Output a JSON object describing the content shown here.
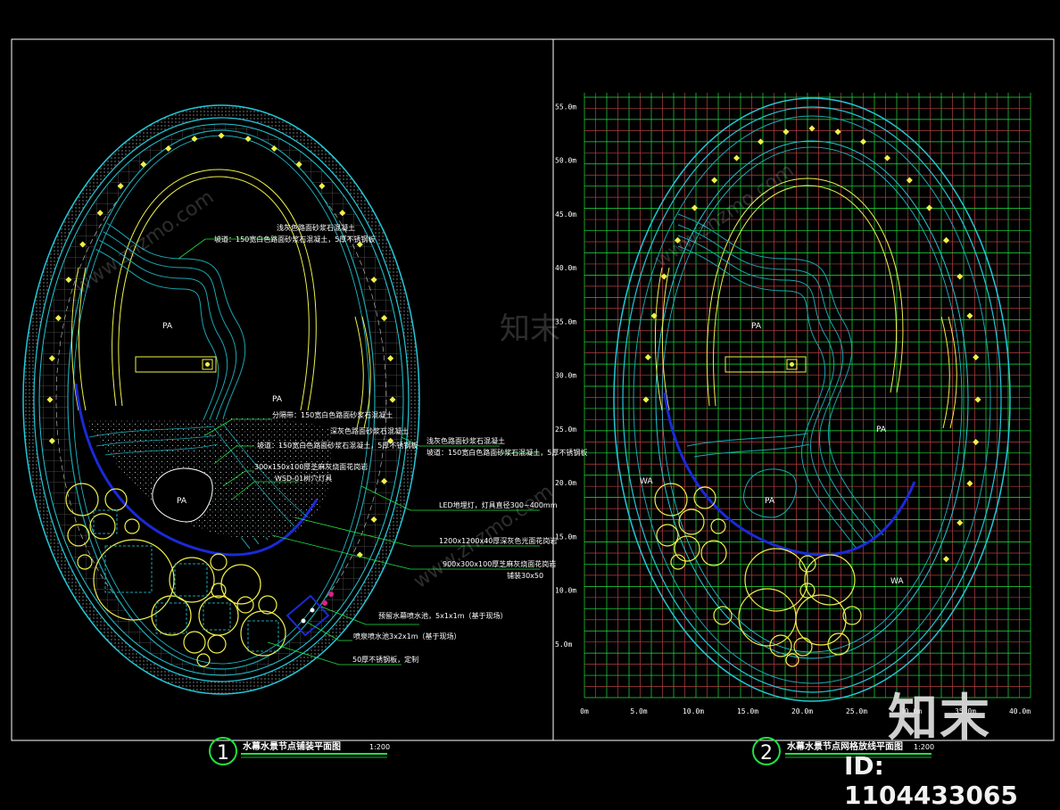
{
  "plan1": {
    "number": "1",
    "title": "水幕水景节点铺装平面图",
    "scale": "1:200",
    "zones": [
      "PA",
      "PA",
      "PA"
    ],
    "callouts": [
      "浅灰色路面砂浆石混凝土",
      "坡道：150宽白色路面砂浆石混凝土，5厚不锈钢板",
      "分隔带：150宽白色路面砂浆石混凝土",
      "深灰色路面砂浆石混凝土",
      "坡道：150宽白色路面砂浆石混凝土，5厚不锈钢板",
      "300x150x100厚芝麻灰烧面花岗岩",
      "WSD-01树穴灯具",
      "浅灰色路面砂浆石混凝土",
      "坡道：150宽白色路面砂浆石混凝土，5厚不锈钢板",
      "LED地埋灯，灯具直径300~400mm",
      "1200x1200x40厚深灰色光面花岗岩",
      "900x300x100厚芝麻灰烧面花岗岩",
      "铺装30x50",
      "预留水幕喷水池，5x1x1m（基于现场）",
      "喷泉喷水池3x2x1m（基于现场）",
      "50厚不锈钢板，定制"
    ]
  },
  "plan2": {
    "number": "2",
    "title": "水幕水景节点网格放线平面图",
    "scale": "1:200",
    "zones": [
      "PA",
      "PA",
      "PA",
      "WA",
      "WA"
    ],
    "y_axis": [
      "55.0m",
      "50.0m",
      "45.0m",
      "40.0m",
      "35.0m",
      "30.0m",
      "25.0m",
      "20.0m",
      "15.0m",
      "10.0m",
      "5.0m"
    ],
    "x_axis": [
      "0m",
      "5.0m",
      "10.0m",
      "15.0m",
      "20.0m",
      "25.0m",
      "30.0m",
      "35.0m",
      "40.0m"
    ]
  },
  "watermark": {
    "logo": "知末",
    "id_label": "ID: 1104433065",
    "url": "www.znzmo.com"
  },
  "colors": {
    "background": "#000000",
    "cyan": "#22c8d8",
    "teal": "#1aa6b0",
    "yellow": "#f0f04a",
    "green": "#22e040",
    "red": "#b04040",
    "blue": "#1a2ad8",
    "white": "#ffffff"
  }
}
